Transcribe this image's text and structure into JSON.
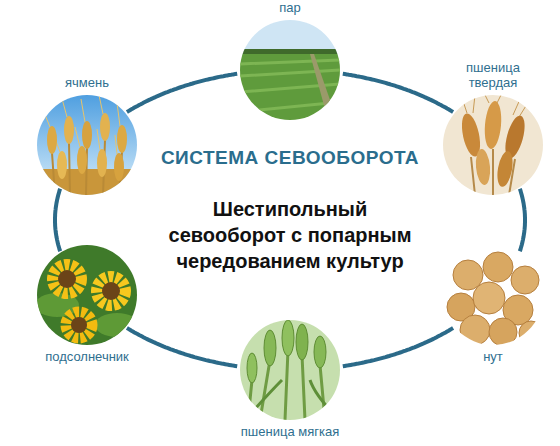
{
  "diagram": {
    "title": "СИСТЕМА СЕВООБОРОТА",
    "nodes": [
      {
        "text": [
          "пар"
        ]
      },
      {
        "text": [
          "пшеница твердая"
        ]
      },
      {
        "text": [
          "нут"
        ]
      },
      {
        "text": [
          "пшеница мягкая"
        ]
      },
      {
        "text": [
          "подсолнечник"
        ]
      },
      {
        "text": [
          "ячмень"
        ]
      }
    ],
    "edges": [
      {
        "from": 0,
        "to": 1,
        "arrow": "none"
      },
      {
        "from": 1,
        "to": 2,
        "arrow": "none"
      },
      {
        "from": 2,
        "to": 3,
        "arrow": "none"
      },
      {
        "from": 3,
        "to": 4,
        "arrow": "none"
      },
      {
        "from": 4,
        "to": 5,
        "arrow": "none"
      },
      {
        "from": 5,
        "to": 0,
        "arrow": "none"
      }
    ],
    "labels": [
      "Шестипольный севооборот с попарным чередованием культур"
    ]
  }
}
